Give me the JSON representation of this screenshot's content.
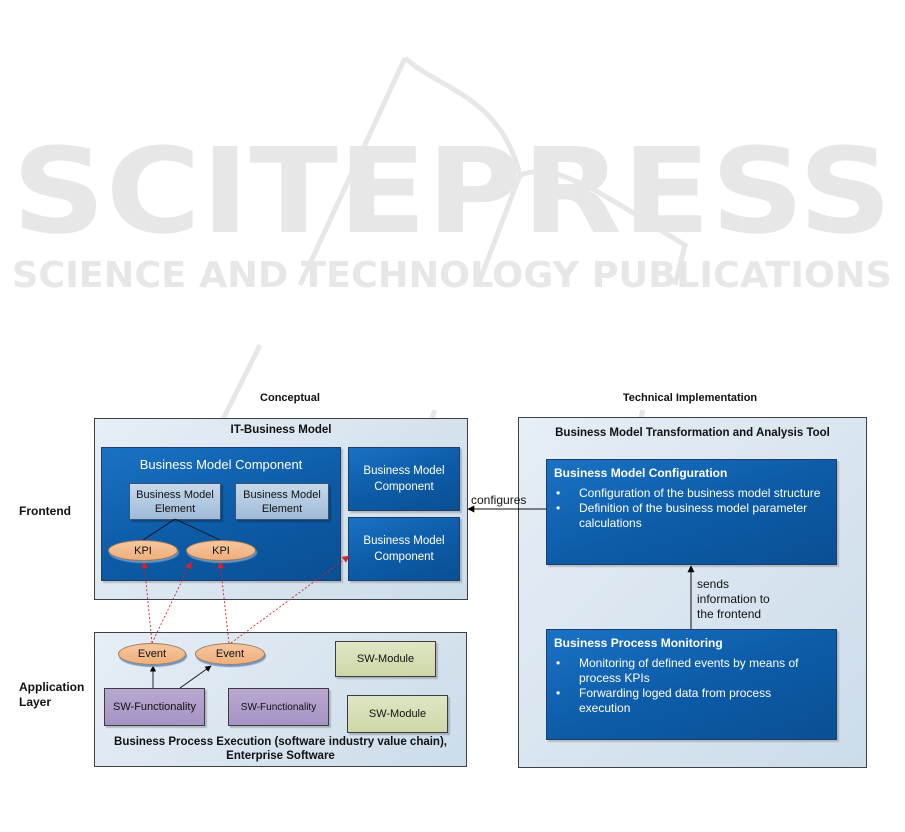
{
  "watermark": {
    "title": "SCITEPRESS",
    "subtitle": "SCIENCE AND TECHNOLOGY PUBLICATIONS"
  },
  "column_headings": {
    "conceptual": "Conceptual",
    "technical": "Technical Implementation"
  },
  "row_labels": {
    "frontend": "Frontend",
    "application_layer": [
      "Application",
      "Layer"
    ]
  },
  "it_business_model": {
    "title": "IT-Business Model",
    "main_component": {
      "title": "Business Model Component",
      "elements": [
        {
          "line1": "Business Model",
          "line2": "Element"
        },
        {
          "line1": "Business Model",
          "line2": "Element"
        }
      ],
      "kpis": [
        "KPI",
        "KPI"
      ]
    },
    "side_components": [
      {
        "line1": "Business Model",
        "line2": "Component"
      },
      {
        "line1": "Business Model",
        "line2": "Component"
      }
    ]
  },
  "application": {
    "events": [
      "Event",
      "Event"
    ],
    "sw_functionalities": [
      "SW-Functionality",
      "SW-Functionality"
    ],
    "sw_modules": [
      "SW-Module",
      "SW-Module"
    ],
    "caption_line1": "Business Process Execution (software industry value chain),",
    "caption_line2": "Enterprise Software"
  },
  "tool": {
    "title": "Business Model Transformation and Analysis Tool",
    "configuration": {
      "title": "Business Model Configuration",
      "bullets": [
        "Configuration of the business model structure",
        "Definition of the business model parameter calculations"
      ]
    },
    "monitoring": {
      "title": "Business Process Monitoring",
      "bullets": [
        "Monitoring of defined events by means of process KPIs",
        "Forwarding loged data from process execution"
      ]
    }
  },
  "edges": {
    "configures": "configures",
    "sends": [
      "sends",
      "information to",
      "the frontend"
    ]
  },
  "colors": {
    "panel_border": "#404040",
    "component_blue": "#0d5ca8",
    "element_blue": "#b3cbe3",
    "kpi_orange": "#f2b98a",
    "sw_functionality_purple": "#ae9ec9",
    "sw_module_green": "#d5dfb5",
    "kpi_arrow_red": "#d0232a",
    "watermark_gray": "#e6e7e6"
  }
}
